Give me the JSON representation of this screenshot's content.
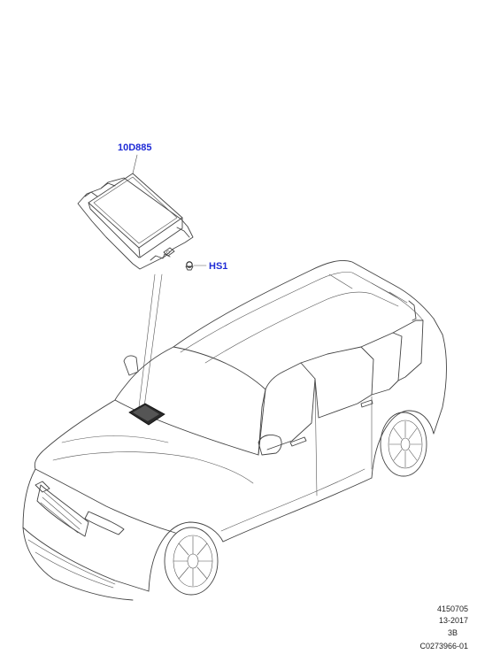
{
  "callouts": {
    "module_label": "10D885",
    "screw_label": "HS1"
  },
  "reference": {
    "line1": "4150705",
    "line2": "13-2017",
    "line3": "3B",
    "line4": "C0273966-01"
  },
  "colors": {
    "callout_text": "#1f2bd6",
    "line_art": "#444444",
    "background": "#ffffff"
  }
}
